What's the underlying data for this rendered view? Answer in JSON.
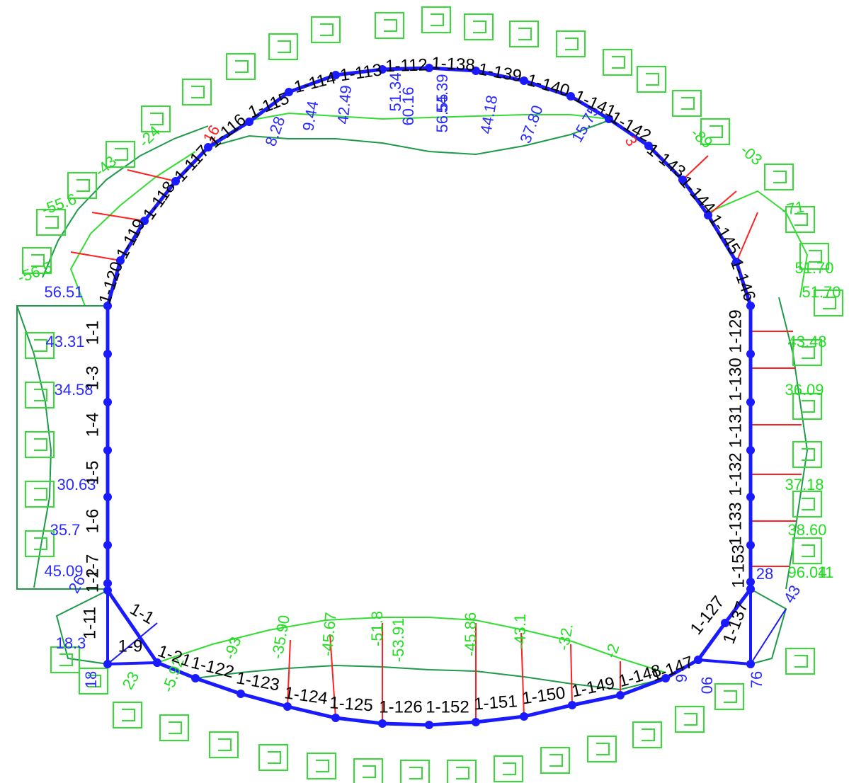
{
  "colors": {
    "frame": "#1a1aff",
    "node": "#1a1aff",
    "element_label": "#000000",
    "force_outline": "#33dd33",
    "force_outline_dark": "#1e9a4a",
    "force_hatch": "#ff2020",
    "value_blue": "#2a2aff",
    "value_green": "#22dd22",
    "value_red": "#ff2020"
  },
  "element_labels": {
    "top": [
      "1-115",
      "1-114",
      "1-113",
      "1-112",
      "1-138",
      "1-139",
      "1-140",
      "1-141",
      "1-142"
    ],
    "top_left": [
      "1-116",
      "1-117",
      "1-118",
      "1-119",
      "1-120"
    ],
    "top_right": [
      "1-143",
      "1-144",
      "1-145",
      "1-146"
    ],
    "left_wall": [
      "1-1",
      "1-3",
      "1-4",
      "1-5",
      "1-6",
      "1-7",
      "1-2"
    ],
    "right_wall": [
      "1-129",
      "1-130",
      "1-131",
      "1-132",
      "1-133"
    ],
    "bottom": [
      "1-122",
      "1-123",
      "1-124",
      "1-125",
      "1-126",
      "1-152",
      "1-151",
      "1-150",
      "1-149",
      "1-148",
      "1-147"
    ],
    "bottom_left": [
      "1-11",
      "1-9",
      "1-1",
      "1-21"
    ],
    "bottom_right": [
      "1-127",
      "1-153",
      "1-137"
    ]
  },
  "force_values": {
    "top_blue": [
      "8.28",
      "9.44",
      "42.49",
      "51.34",
      "60.16",
      "54.39",
      "56.55",
      "44.18",
      "37.80",
      "15.75"
    ],
    "top_green": [
      "-55.6",
      "-43",
      "-24",
      "-89",
      "-03",
      "-71"
    ],
    "top_red": [
      "16",
      "3"
    ],
    "left_blue": [
      "56.51",
      "43.31",
      "34.58",
      "30.63",
      "35.7",
      "45.09",
      "26",
      "18.3",
      "18"
    ],
    "left_green": [
      "-56.5"
    ],
    "right_green": [
      "51.70",
      "51.70",
      "43.48",
      "36.09",
      "37.18",
      "38.60",
      "96.04",
      "11"
    ],
    "right_blue": [
      "28",
      "43",
      "76"
    ],
    "bottom_green": [
      "-93",
      "-35.90",
      "-45.67",
      "-51.8",
      "-53.91",
      "-45.86",
      "-43.1",
      "-32.",
      "-2",
      "-5.92",
      "23"
    ],
    "bottom_blue": [
      "9",
      "06"
    ]
  }
}
